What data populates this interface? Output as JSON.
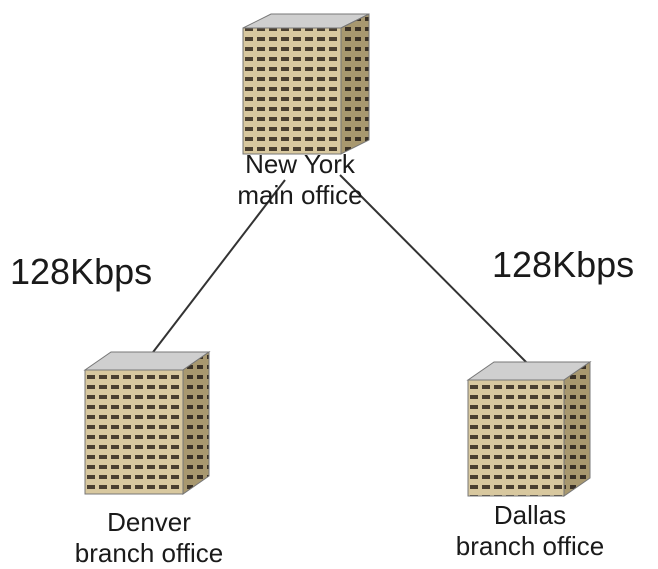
{
  "offices": [
    {
      "id": "new-york",
      "line1": "New York",
      "line2": "main office",
      "role": "hub"
    },
    {
      "id": "denver",
      "line1": "Denver",
      "line2": "branch office",
      "role": "branch"
    },
    {
      "id": "dallas",
      "line1": "Dallas",
      "line2": "branch office",
      "role": "branch"
    }
  ],
  "links": [
    {
      "from": "new-york",
      "to": "denver",
      "speed": "128Kbps"
    },
    {
      "from": "new-york",
      "to": "dallas",
      "speed": "128Kbps"
    }
  ],
  "icon": "office-building-icon",
  "colors": {
    "roof": "#cfcfcf",
    "facade": "#d8c89f",
    "side": "#9a8a66",
    "window": "#4a3f30",
    "line": "#333333"
  }
}
